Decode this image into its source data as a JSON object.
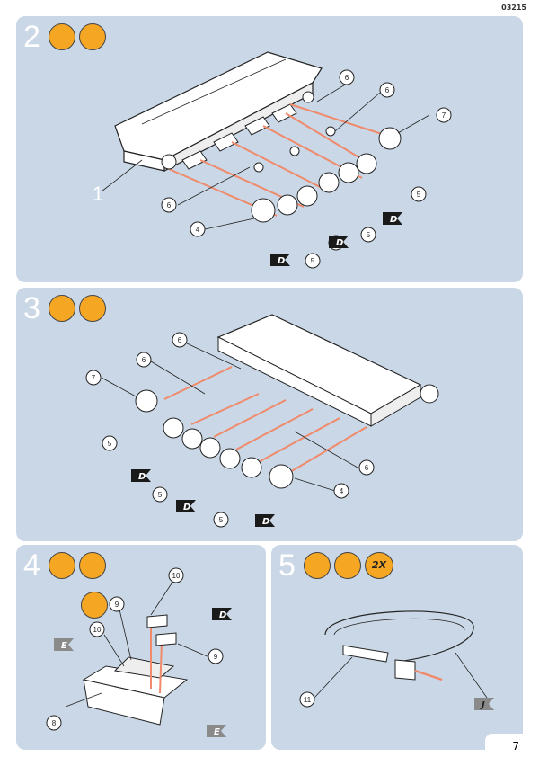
{
  "doc_code": "03215",
  "page_number": "7",
  "steps": [
    {
      "number": "2",
      "callouts": [
        "6",
        "6",
        "7",
        "1",
        "6",
        "4",
        "5",
        "5",
        "5",
        "5"
      ],
      "flags": [
        "D",
        "D",
        "D"
      ]
    },
    {
      "number": "3",
      "callouts": [
        "6",
        "6",
        "7",
        "5",
        "5",
        "5",
        "6",
        "4"
      ],
      "flags": [
        "D",
        "D",
        "D"
      ]
    },
    {
      "number": "4",
      "callouts": [
        "10",
        "9",
        "10",
        "9",
        "8"
      ],
      "flags": [
        "D",
        "E",
        "E"
      ]
    },
    {
      "number": "5",
      "badge_text": "2X",
      "callouts": [
        "11"
      ],
      "flags": [
        "J"
      ]
    }
  ],
  "colors": {
    "panel": "#c9d7e6",
    "badge": "#f5a623",
    "arrow": "#f08a6a",
    "flag": "#1a1a1a"
  }
}
